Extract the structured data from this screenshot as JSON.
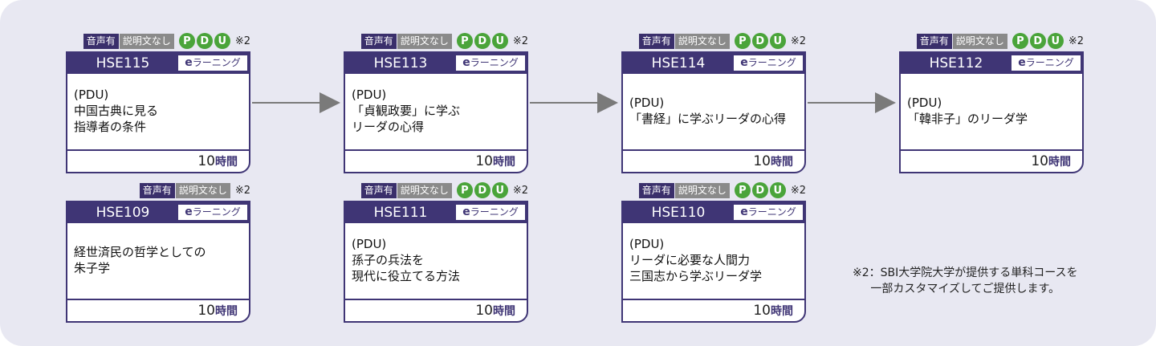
{
  "courses": [
    {
      "code": "HSE115",
      "kind_e": "e",
      "kind_rest": "ラーニング",
      "audio": "音声有",
      "caption": "説明文なし",
      "pdu": [
        "P",
        "D",
        "U"
      ],
      "note": "※2",
      "title_lines": [
        "(PDU)",
        "中国古典に見る",
        "指導者の条件"
      ],
      "hours": "10",
      "hours_unit": "時間"
    },
    {
      "code": "HSE113",
      "kind_e": "e",
      "kind_rest": "ラーニング",
      "audio": "音声有",
      "caption": "説明文なし",
      "pdu": [
        "P",
        "D",
        "U"
      ],
      "note": "※2",
      "title_lines": [
        "(PDU)",
        "「貞観政要」に学ぶ",
        "リーダの心得"
      ],
      "hours": "10",
      "hours_unit": "時間"
    },
    {
      "code": "HSE114",
      "kind_e": "e",
      "kind_rest": "ラーニング",
      "audio": "音声有",
      "caption": "説明文なし",
      "pdu": [
        "P",
        "D",
        "U"
      ],
      "note": "※2",
      "title_lines": [
        "(PDU)",
        "「書経」に学ぶリーダの心得"
      ],
      "hours": "10",
      "hours_unit": "時間"
    },
    {
      "code": "HSE112",
      "kind_e": "e",
      "kind_rest": "ラーニング",
      "audio": "音声有",
      "caption": "説明文なし",
      "pdu": [
        "P",
        "D",
        "U"
      ],
      "note": "※2",
      "title_lines": [
        "(PDU)",
        "「韓非子」のリーダ学"
      ],
      "hours": "10",
      "hours_unit": "時間"
    },
    {
      "code": "HSE109",
      "kind_e": "e",
      "kind_rest": "ラーニング",
      "audio": "音声有",
      "caption": "説明文なし",
      "pdu": [],
      "note": "※2",
      "title_lines": [
        "経世済民の哲学としての",
        "朱子学"
      ],
      "hours": "10",
      "hours_unit": "時間"
    },
    {
      "code": "HSE111",
      "kind_e": "e",
      "kind_rest": "ラーニング",
      "audio": "音声有",
      "caption": "説明文なし",
      "pdu": [
        "P",
        "D",
        "U"
      ],
      "note": "※2",
      "title_lines": [
        "(PDU)",
        "孫子の兵法を",
        "現代に役立てる方法"
      ],
      "hours": "10",
      "hours_unit": "時間"
    },
    {
      "code": "HSE110",
      "kind_e": "e",
      "kind_rest": "ラーニング",
      "audio": "音声有",
      "caption": "説明文なし",
      "pdu": [
        "P",
        "D",
        "U"
      ],
      "note": "※2",
      "title_lines": [
        "(PDU)",
        "リーダに必要な人間力",
        "三国志から学ぶリーダ学"
      ],
      "hours": "10",
      "hours_unit": "時間"
    }
  ],
  "footnote": {
    "line1": "※2：SBI大学院大学が提供する単科コースを",
    "line2": "一部カスタマイズしてご提供します。"
  },
  "colors": {
    "primary": "#3f3575",
    "pdu_green": "#4aa43a",
    "arrow_gray": "#7a7a7a",
    "background": "#e8e8f2"
  }
}
